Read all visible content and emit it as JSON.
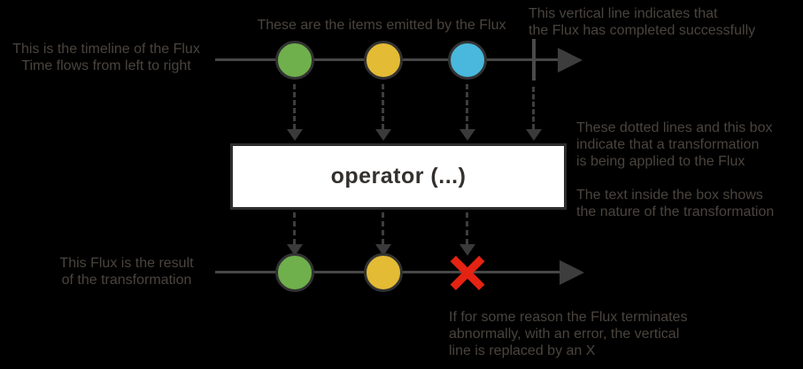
{
  "labels": {
    "top_left": "This is the timeline of the Flux\nTime flows from left to right",
    "top_middle": "These are the items emitted by the Flux",
    "top_right": "This vertical line indicates that\nthe Flux has completed successfully",
    "transform_para1": "These dotted lines and this box\nindicate that a transformation\nis being applied to the Flux",
    "transform_para2": "The text inside the box shows\nthe nature of the transformation",
    "bottom_left": "This Flux is the result\nof the transformation",
    "bottom_right": "If for some reason the Flux terminates\nabnormally, with an error, the vertical\nline is replaced by an X"
  },
  "operator": {
    "label": "operator (...)"
  },
  "source_flux": {
    "items": [
      "green",
      "yellow",
      "blue"
    ],
    "terminal": "completed"
  },
  "result_flux": {
    "items": [
      "green",
      "yellow"
    ],
    "terminal": "error"
  },
  "colors": {
    "background": "#000000",
    "marble_green": "#6fb04c",
    "marble_yellow": "#e3bb34",
    "marble_blue": "#49b8dc",
    "error_red": "#e42313",
    "line_gray": "#474747",
    "text_gray": "#4a443e",
    "operator_box_fill": "#ffffff",
    "operator_box_border": "#2e2e2e"
  }
}
